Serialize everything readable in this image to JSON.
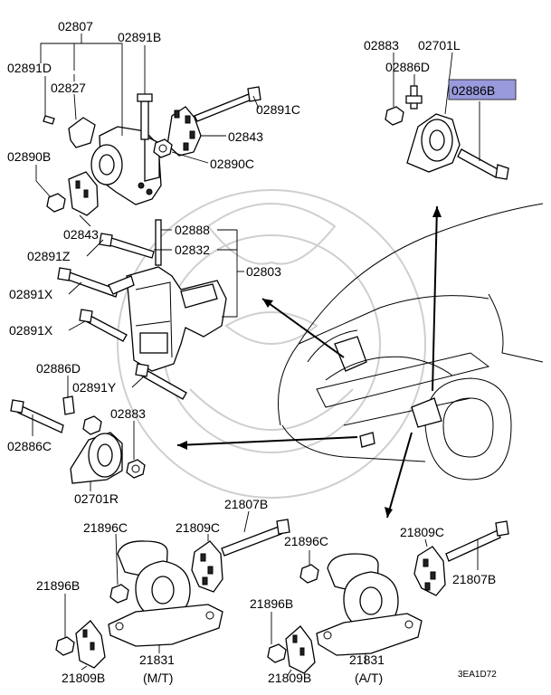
{
  "labels": {
    "p02807": "02807",
    "p02891b": "02891B",
    "p02891d": "02891D",
    "p02827": "02827",
    "p02891c": "02891C",
    "p02843_top": "02843",
    "p02890c": "02890C",
    "p02890b": "02890B",
    "p02843_mid": "02843",
    "p02888": "02888",
    "p02891z": "02891Z",
    "p02832": "02832",
    "p02803": "02803",
    "p02891x_a": "02891X",
    "p02891x_b": "02891X",
    "p02886d_left": "02886D",
    "p02891y": "02891Y",
    "p02883_left": "02883",
    "p02886c": "02886C",
    "p02701r": "02701R",
    "p02883_right": "02883",
    "p02701l": "02701L",
    "p02886d_right": "02886D",
    "p02886b": "02886B",
    "p21807b_left": "21807B",
    "p21896c_left": "21896C",
    "p21809c_left": "21809C",
    "p21896b_left": "21896B",
    "p21831_left": "21831",
    "p21809b_left": "21809B",
    "mt": "(M/T)",
    "p21896c_right": "21896C",
    "p21809c_right": "21809C",
    "p21807b_right": "21807B",
    "p21896b_right": "21896B",
    "p21831_right": "21831",
    "p21809b_right": "21809B",
    "at": "(A/T)",
    "code": "3EA1D72"
  },
  "colors": {
    "highlight": "#9999dd",
    "line": "#000000",
    "watermark": "#cfcfcf"
  }
}
